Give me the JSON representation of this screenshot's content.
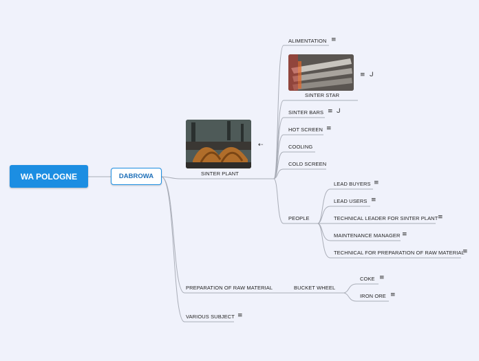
{
  "root": {
    "label": "WA POLOGNE"
  },
  "main_topic": {
    "label": "DABROWA"
  },
  "sinter_plant": {
    "label": "SINTER PLANT",
    "image": "industrial sinter machine photo",
    "collapse_icon": "collapse-arrow-icon",
    "children": {
      "alimentation": {
        "label": "ALIMENTATION",
        "icon": "note-icon"
      },
      "sinter_star": {
        "label": "SINTER STAR",
        "image": "sinter star photo",
        "icons": [
          "note-icon",
          "link-icon"
        ]
      },
      "sinter_bars": {
        "label": "SINTER BARS",
        "icons": [
          "note-icon",
          "link-icon"
        ]
      },
      "hot_screen": {
        "label": "HOT SCREEN",
        "icon": "note-icon"
      },
      "cooling": {
        "label": "COOLING"
      },
      "cold_screen": {
        "label": "COLD SCREEN"
      },
      "people": {
        "label": "PEOPLE",
        "children": [
          {
            "label": "LEAD BUYERS",
            "icon": "note-icon"
          },
          {
            "label": "LEAD USERS",
            "icon": "note-icon"
          },
          {
            "label": "TECHNICAL LEADER FOR SINTER PLANT",
            "icon": "note-icon"
          },
          {
            "label": "MAINTENANCE MANAGER",
            "icon": "note-icon"
          },
          {
            "label": "TECHNICAL FOR PREPARATION OF RAW MATERIAL",
            "icon": "note-icon"
          }
        ]
      }
    }
  },
  "raw_material": {
    "label": "PREPARATION OF RAW MATERIAL",
    "bucket_wheel": {
      "label": "BUCKET WHEEL",
      "children": [
        {
          "label": "COKE",
          "icon": "note-icon"
        },
        {
          "label": "IRON ORE",
          "icon": "note-icon"
        }
      ]
    }
  },
  "various": {
    "label": "VARIOUS SUBJECT",
    "icon": "note-icon"
  },
  "colors": {
    "accent": "#1c8ee2",
    "background": "#f0f2fb",
    "connector": "#a9adb7"
  },
  "glyphs": {
    "note": "≡",
    "link": "ᒍ",
    "collapse": "⇠"
  }
}
